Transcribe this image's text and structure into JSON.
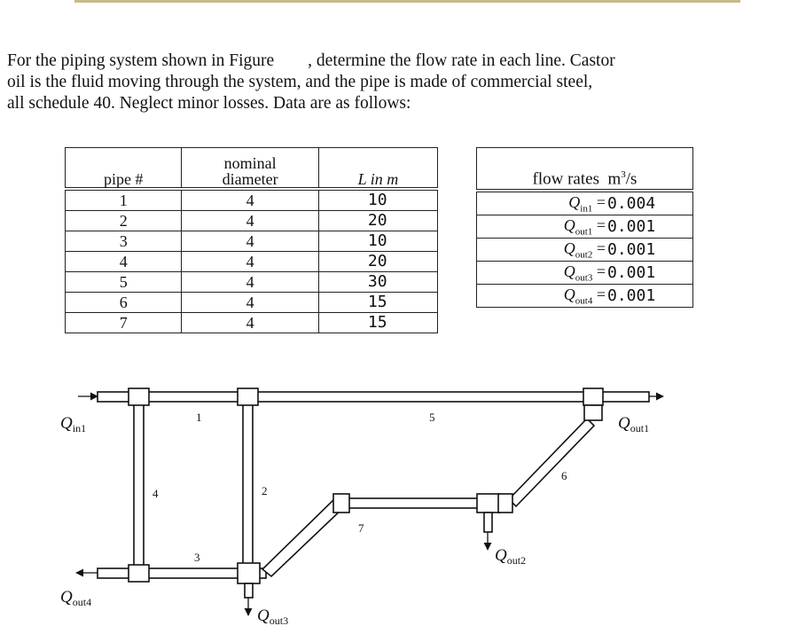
{
  "problem": {
    "line1a": "For the piping system shown in Figure",
    "line1b": ", determine the flow rate in each line. Castor",
    "line2": "oil is the fluid moving through the system, and the pipe is made of commercial steel,",
    "line3": "all schedule 40. Neglect minor losses. Data are as follows:"
  },
  "pipe_table": {
    "headers": [
      "pipe #",
      "nominal",
      "diameter",
      "L in m"
    ],
    "rows": [
      {
        "pipe": "1",
        "diameter": "4",
        "length": "10"
      },
      {
        "pipe": "2",
        "diameter": "4",
        "length": "20"
      },
      {
        "pipe": "3",
        "diameter": "4",
        "length": "10"
      },
      {
        "pipe": "4",
        "diameter": "4",
        "length": "20"
      },
      {
        "pipe": "5",
        "diameter": "4",
        "length": "30"
      },
      {
        "pipe": "6",
        "diameter": "4",
        "length": "15"
      },
      {
        "pipe": "7",
        "diameter": "4",
        "length": "15"
      }
    ]
  },
  "flow_table": {
    "header": "flow rates",
    "unit": "m",
    "unit_exp": "3",
    "unit_tail": "/s",
    "rows": [
      {
        "q": "Q",
        "sub": "in1",
        "eq": "=",
        "value": "0.004"
      },
      {
        "q": "Q",
        "sub": "out1",
        "eq": "=",
        "value": "0.001"
      },
      {
        "q": "Q",
        "sub": "out2",
        "eq": "=",
        "value": "0.001"
      },
      {
        "q": "Q",
        "sub": "out3",
        "eq": "=",
        "value": "0.001"
      },
      {
        "q": "Q",
        "sub": "out4",
        "eq": "=",
        "value": "0.001"
      }
    ]
  },
  "diagram": {
    "pipe_labels": [
      "1",
      "2",
      "3",
      "4",
      "5",
      "6",
      "7"
    ],
    "flows": [
      {
        "q": "Q",
        "sub": "in1"
      },
      {
        "q": "Q",
        "sub": "out1"
      },
      {
        "q": "Q",
        "sub": "out2"
      },
      {
        "q": "Q",
        "sub": "out3"
      },
      {
        "q": "Q",
        "sub": "out4"
      }
    ]
  }
}
